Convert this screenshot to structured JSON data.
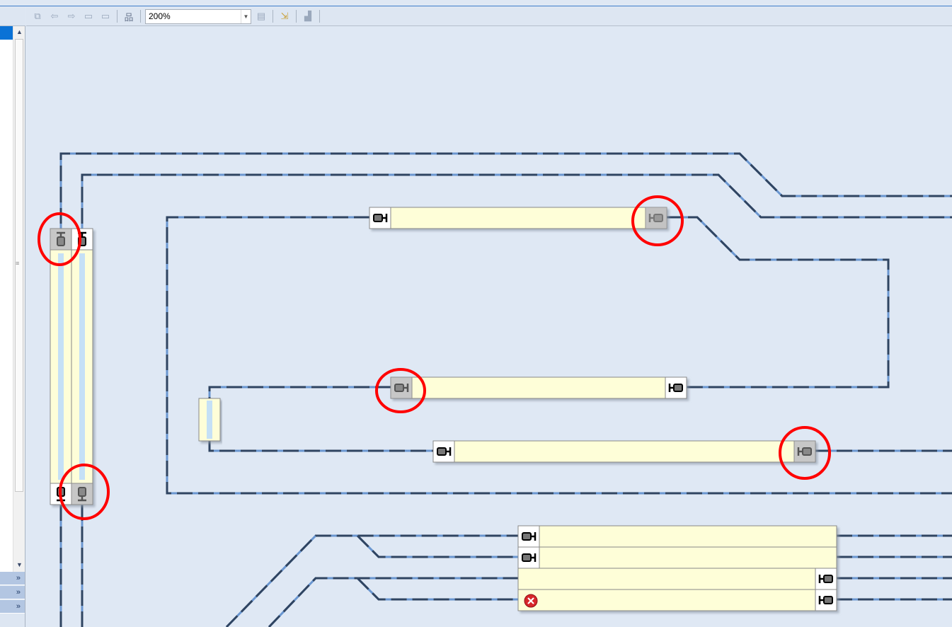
{
  "toolbar": {
    "zoom_value": "200%",
    "buttons": [
      "layout-icon",
      "back-arrow-icon",
      "forward-arrow-icon",
      "panel-left-icon",
      "panel-right-icon",
      "hierarchy-icon",
      "zoom-dropdown",
      "fit-page-icon",
      "select-pointer-icon",
      "chart-icon"
    ]
  },
  "colors": {
    "track_dark": "#2f4461",
    "track_light": "#6a96d0",
    "platform_fill": "#fefed8",
    "highlight": "#ff0000",
    "background": "#dfe8f4"
  },
  "canvas": {
    "elements": [
      {
        "type": "platform",
        "orientation": "horizontal",
        "left_end": "buffer-stop",
        "right_end": "buffer-stop-selected"
      },
      {
        "type": "platform",
        "orientation": "horizontal",
        "left_end": "buffer-stop-selected",
        "right_end": "buffer-stop"
      },
      {
        "type": "platform",
        "orientation": "horizontal",
        "left_end": "buffer-stop",
        "right_end": "buffer-stop-selected"
      },
      {
        "type": "platform",
        "orientation": "vertical",
        "top_end": "buffer-stop-selected",
        "bottom_end": "buffer-stop"
      },
      {
        "type": "platform",
        "orientation": "vertical",
        "top_end": "buffer-stop",
        "bottom_end": "buffer-stop-selected"
      },
      {
        "type": "platform-group",
        "rows": 4,
        "error_icon": "error-icon"
      }
    ]
  }
}
